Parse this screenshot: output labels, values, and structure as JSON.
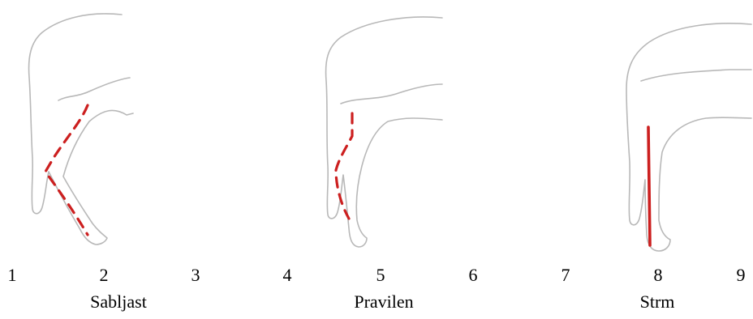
{
  "panels": [
    {
      "caption": "Sabljast",
      "line_style": "dashed"
    },
    {
      "caption": "Pravilen",
      "line_style": "dashed"
    },
    {
      "caption": "Strm",
      "line_style": "solid"
    }
  ],
  "scale_numbers": [
    "1",
    "2",
    "3",
    "4",
    "5",
    "6",
    "7",
    "8",
    "9"
  ],
  "colors": {
    "outline": "#b8b8b8",
    "marker": "#cc1f1f",
    "text": "#000000"
  }
}
